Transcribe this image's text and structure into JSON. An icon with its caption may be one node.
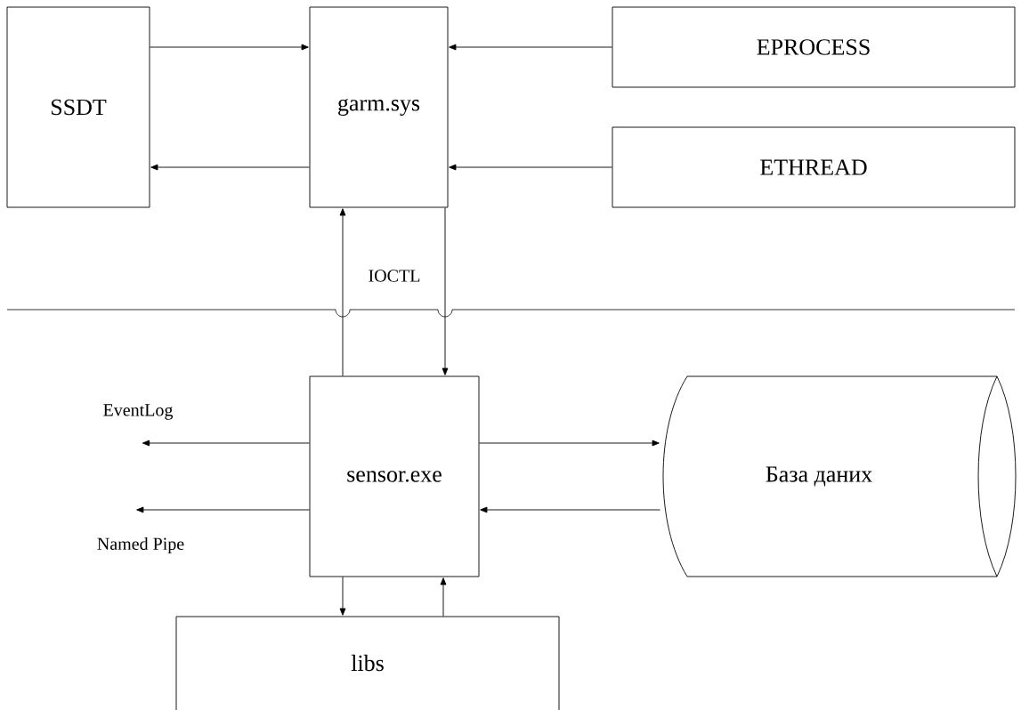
{
  "diagram": {
    "nodes": [
      {
        "text": [
          "SSDT"
        ]
      },
      {
        "text": [
          "garm.sys"
        ]
      },
      {
        "text": [
          "EPROCESS"
        ]
      },
      {
        "text": [
          "ETHREAD"
        ]
      },
      {
        "text": [
          "EventLog"
        ]
      },
      {
        "text": [
          "sensor.exe"
        ]
      },
      {
        "text": [
          "База даних"
        ]
      },
      {
        "text": [
          "Named Pipe"
        ]
      },
      {
        "text": [
          "libs"
        ]
      }
    ],
    "edges": [
      {
        "from": 0,
        "to": 1,
        "arrow": "to"
      },
      {
        "from": 1,
        "to": 0,
        "arrow": "to"
      },
      {
        "from": 2,
        "to": 1,
        "arrow": "to"
      },
      {
        "from": 3,
        "to": 1,
        "arrow": "to"
      },
      {
        "from": 5,
        "to": 1,
        "arrow": "to"
      },
      {
        "from": 1,
        "to": 5,
        "arrow": "to"
      },
      {
        "from": 5,
        "to": 4,
        "arrow": "to"
      },
      {
        "from": 5,
        "to": 7,
        "arrow": "to"
      },
      {
        "from": 5,
        "to": 6,
        "arrow": "to"
      },
      {
        "from": 6,
        "to": 5,
        "arrow": "to"
      },
      {
        "from": 5,
        "to": 8,
        "arrow": "to"
      },
      {
        "from": 8,
        "to": 5,
        "arrow": "to"
      }
    ],
    "labels": [
      "IOCTL"
    ]
  }
}
